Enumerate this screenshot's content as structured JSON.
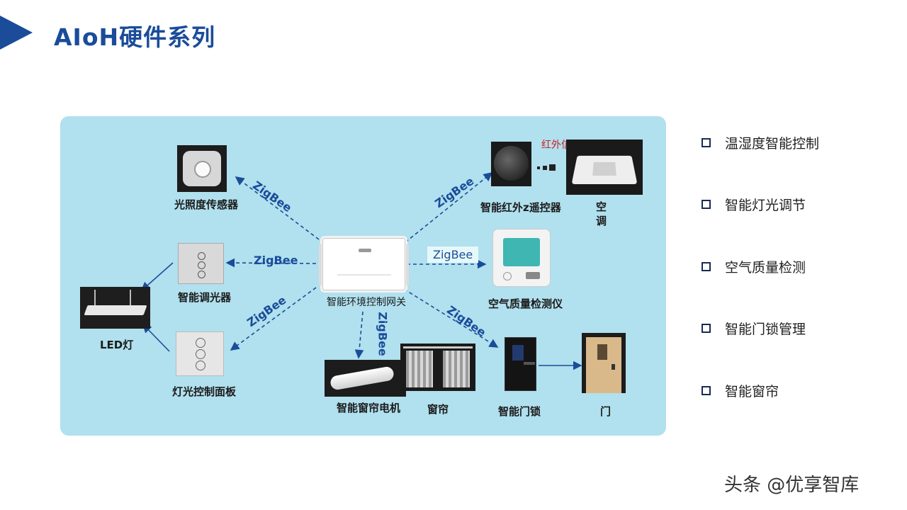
{
  "page": {
    "title": "AIoH硬件系列"
  },
  "diagram": {
    "gateway_label": "智能环境控制网关",
    "protocol": "ZigBee",
    "zigbee_labels": [
      "ZigBee",
      "ZigBee",
      "ZigBee",
      "ZigBee",
      "ZigBee",
      "ZigBee",
      "ZigBee"
    ],
    "ir_signal": "红外信号",
    "nodes": {
      "light_sensor": "光照度传感器",
      "dimmer": "智能调光器",
      "led": "LED灯",
      "light_panel": "灯光控制面板",
      "ir_remote": "智能红外z遥控器",
      "ac": "空\n调",
      "air_monitor": "空气质量检测仪",
      "door_lock": "智能门锁",
      "door": "门",
      "curtain_motor": "智能窗帘电机",
      "curtain": "窗帘"
    }
  },
  "features": [
    "温湿度智能控制",
    "智能灯光调节",
    "空气质量检测",
    "智能门锁管理",
    "智能窗帘"
  ],
  "watermark": "头条 @优享智库",
  "colors": {
    "brand": "#1a4c9a",
    "panel": "#b1e0ee"
  }
}
